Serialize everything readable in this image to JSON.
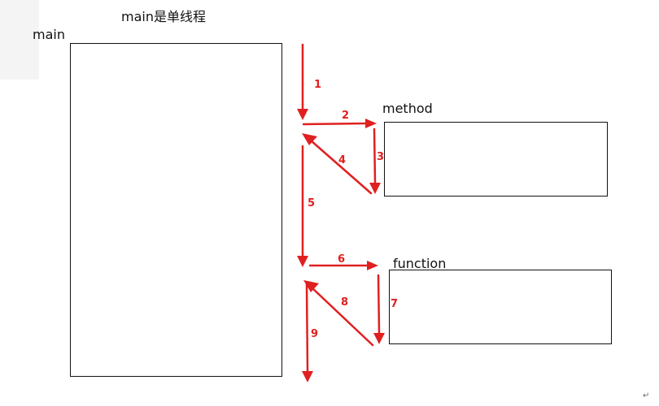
{
  "diagram": {
    "title": "main是单线程",
    "main_label": "main",
    "method_label": "method",
    "function_label": "function",
    "step_labels": [
      "1",
      "2",
      "3",
      "4",
      "5",
      "6",
      "7",
      "8",
      "9"
    ],
    "return_glyph": "↵",
    "arrow_color": "#e02020",
    "box_stroke": "#111111",
    "icon_name": "return-icon"
  }
}
